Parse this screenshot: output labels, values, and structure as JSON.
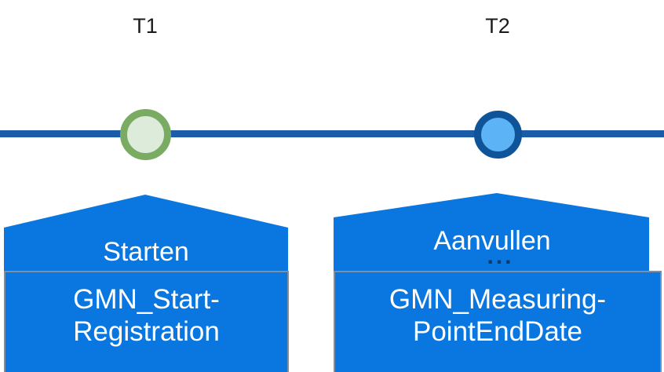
{
  "diagram": {
    "title": "GMN timeline events",
    "colors": {
      "axis": "#1a5ca8",
      "event_fill": "#0a77e0",
      "event_border": "#7c8fa8",
      "marker_t1_ring": "#7aab62",
      "marker_t1_fill": "#dcebda",
      "marker_t2_ring": "#0f5499",
      "marker_t2_fill": "#5cb3f5",
      "label_text": "#1a1a1a",
      "event_text": "#ffffff",
      "background": "#ffffff"
    }
  },
  "timeline": {
    "markers": [
      {
        "id": "t1",
        "label": "T1",
        "marker_name": "timeline-marker-t1"
      },
      {
        "id": "t2",
        "label": "T2",
        "marker_name": "timeline-marker-t2"
      }
    ]
  },
  "events": [
    {
      "id": "start",
      "action": "Starten",
      "ellipsis": "",
      "entity_line1": "GMN_Start-",
      "entity_line2": "Registration"
    },
    {
      "id": "supplement",
      "action": "Aanvullen",
      "ellipsis": "...",
      "entity_line1": "GMN_Measuring-",
      "entity_line2": "PointEndDate"
    }
  ]
}
